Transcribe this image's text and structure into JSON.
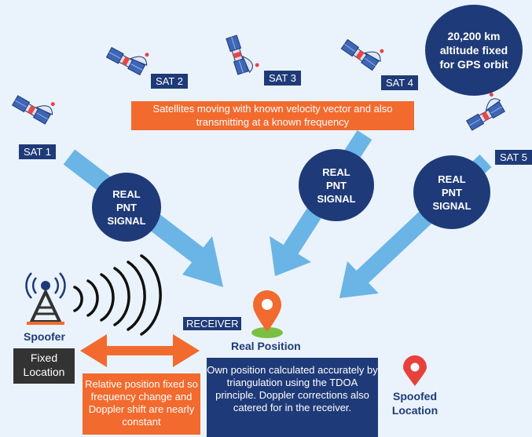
{
  "satellites": [
    {
      "id": "sat1",
      "label": "SAT 1"
    },
    {
      "id": "sat2",
      "label": "SAT 2"
    },
    {
      "id": "sat3",
      "label": "SAT 3"
    },
    {
      "id": "sat4",
      "label": "SAT 4"
    },
    {
      "id": "sat5",
      "label": "SAT 5"
    }
  ],
  "altitude_note": "20,200 km\naltitude fixed\nfor GPS orbit",
  "satellite_banner": "Satellites moving with known velocity vector and also transmitting at a known frequency",
  "signal_label": "REAL\nPNT\nSIGNAL",
  "receiver_label": "RECEIVER",
  "real_position_label": "Real Position",
  "spoofer_label": "Spoofer",
  "fixed_location_label": "Fixed\nLocation",
  "relative_position_note": "Relative position fixed so frequency change and Doppler shift are nearly constant",
  "own_position_note": "Own position calculated accurately by triangulation using the TDOA principle. Doppler corrections also catered for in the receiver.",
  "spoofed_location_label": "Spoofed\nLocation",
  "colors": {
    "background": "#eaf3fb",
    "navy": "#1f3a78",
    "orange": "#f26a2e",
    "arrow_blue": "#6ab4e6",
    "pin_green": "#7ac043",
    "spoofed_pin": "#e8413b"
  }
}
